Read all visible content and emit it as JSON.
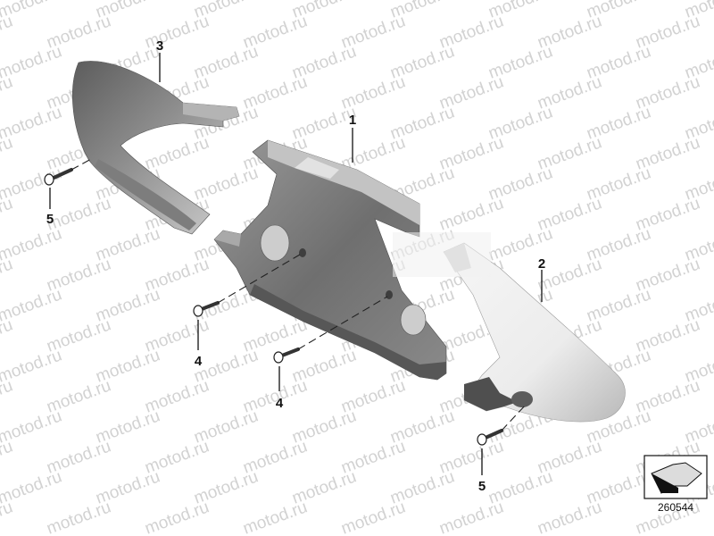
{
  "diagram": {
    "watermark_text": "motod.ru",
    "reference_number": "260544",
    "callouts": [
      {
        "id": "c1",
        "label": "1"
      },
      {
        "id": "c2",
        "label": "2"
      },
      {
        "id": "c3",
        "label": "3"
      },
      {
        "id": "c4a",
        "label": "4"
      },
      {
        "id": "c4b",
        "label": "4"
      },
      {
        "id": "c5a",
        "label": "5"
      },
      {
        "id": "c5b",
        "label": "5"
      }
    ],
    "colors": {
      "part_dark": "#6e6e6e",
      "part_mid": "#9a9a9a",
      "part_light": "#ececec",
      "watermark": "#d2d2d2"
    }
  }
}
